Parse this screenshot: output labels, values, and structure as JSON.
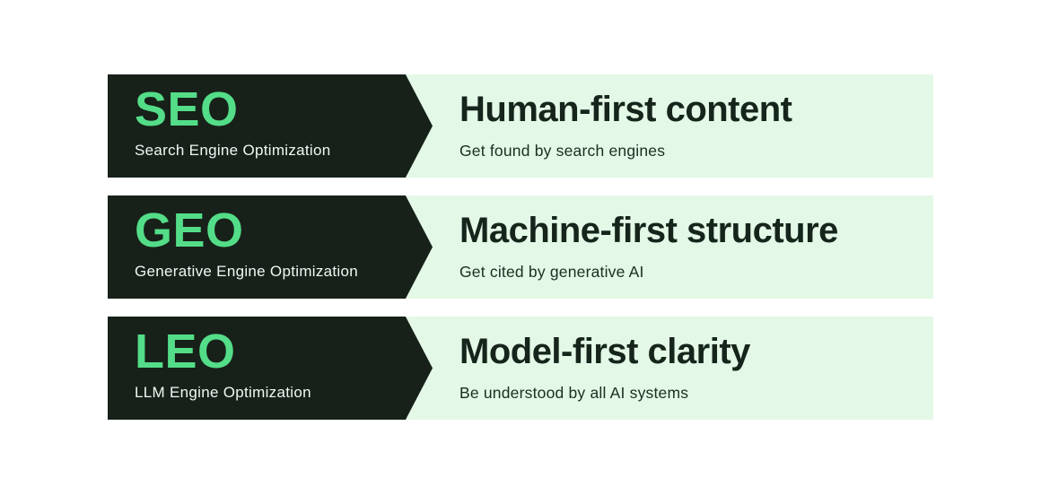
{
  "colors": {
    "dark_bg": "#172119",
    "accent_green": "#54DD88",
    "light_bg": "#E3F8E6",
    "ink": "#16251C",
    "ink_soft": "#1C2D22",
    "on_dark": "#F2F6F2",
    "page_bg": "#FFFFFF"
  },
  "rows": [
    {
      "acronym": "SEO",
      "acronym_full": "Search Engine Optimization",
      "heading": "Human-first content",
      "subtitle": "Get found by search engines"
    },
    {
      "acronym": "GEO",
      "acronym_full": "Generative Engine Optimization",
      "heading": "Machine-first structure",
      "subtitle": "Get cited by generative AI"
    },
    {
      "acronym": "LEO",
      "acronym_full": "LLM Engine Optimization",
      "heading": "Model-first clarity",
      "subtitle": "Be understood by all AI systems"
    }
  ]
}
